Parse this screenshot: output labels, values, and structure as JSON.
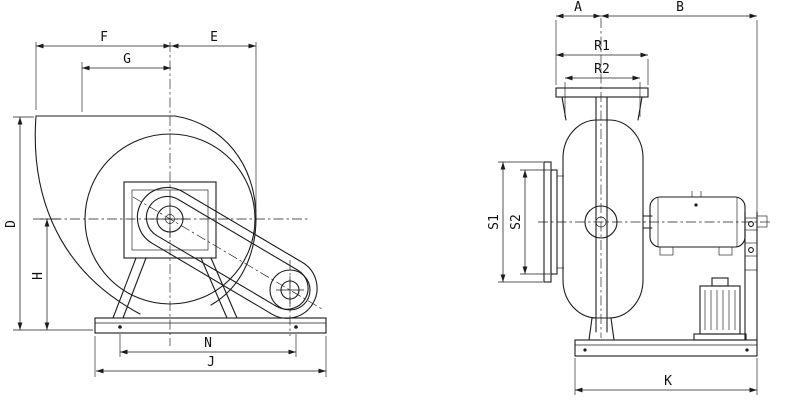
{
  "colors": {
    "background": "#ffffff",
    "line": "#1c1c1c",
    "text": "#111111"
  },
  "views": {
    "side_view": {
      "dims": {
        "F": "F",
        "G": "G",
        "E": "E",
        "D": "D",
        "H": "H",
        "N": "N",
        "J": "J"
      }
    },
    "front_view": {
      "dims": {
        "A": "A",
        "B": "B",
        "R1": "R1",
        "R2": "R2",
        "S1": "S1",
        "S2": "S2",
        "K": "K"
      }
    }
  }
}
